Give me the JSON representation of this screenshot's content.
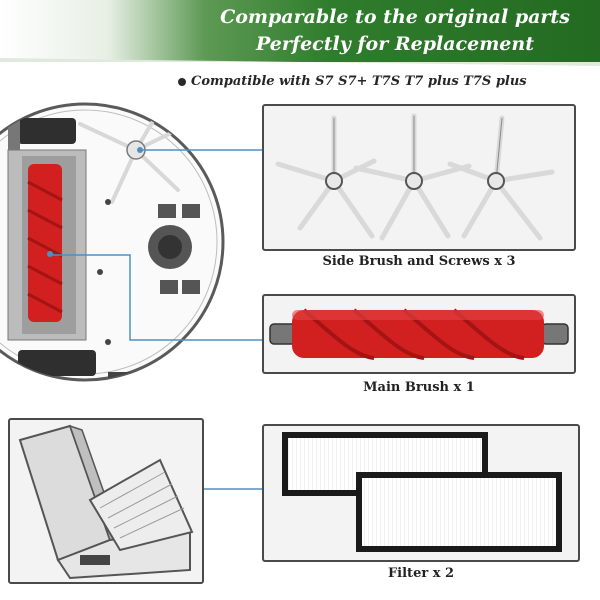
{
  "banner": {
    "line1": "Comparable to the original parts",
    "line2": "Perfectly for Replacement",
    "accent_color": "#2f7d2c"
  },
  "compatibility": {
    "text": "Compatible with S7 S7+ T7S T7 plus T7S plus",
    "bullet_icon": "bullet-dot-icon"
  },
  "parts": [
    {
      "caption": "Side Brush and Screws x 3",
      "icon": "side-brush-icon"
    },
    {
      "caption": "Main Brush x 1",
      "icon": "main-brush-icon"
    },
    {
      "caption": "Filter x 2",
      "icon": "filter-icon"
    }
  ],
  "colors": {
    "brush_red": "#d21f1f",
    "connector_blue": "#4f8fc2",
    "panel_border": "#4a4a4a",
    "panel_bg": "#f3f3f3"
  }
}
